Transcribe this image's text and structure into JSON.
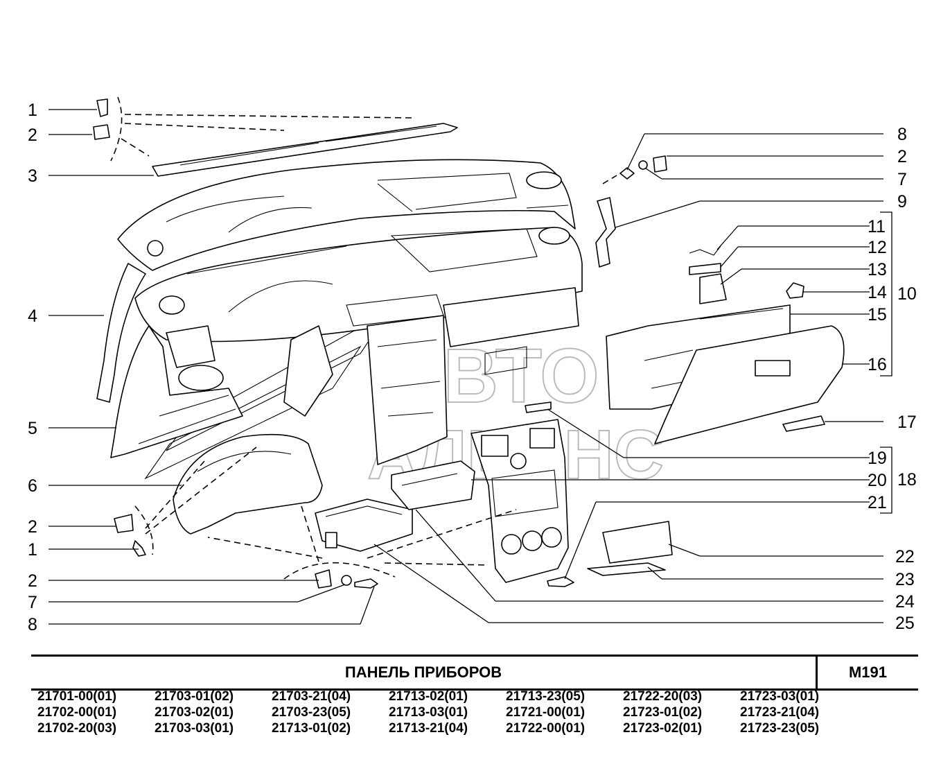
{
  "title": "ПАНЕЛЬ   ПРИБОРОВ",
  "code": "M191",
  "watermark": [
    "АВТО",
    "АЛЬЯНС"
  ],
  "callouts_left": [
    "1",
    "2",
    "3",
    "4",
    "5",
    "6",
    "2",
    "1",
    "2",
    "7",
    "8"
  ],
  "callouts_right": [
    "8",
    "2",
    "7",
    "9",
    "11",
    "12",
    "13",
    "14",
    "15",
    "16",
    "17",
    "19",
    "20",
    "21",
    "22",
    "23",
    "24",
    "25"
  ],
  "group_labels": [
    "10",
    "18"
  ],
  "model_codes": [
    "21701-00(01)",
    "21702-00(01)",
    "21702-20(03)",
    "21703-01(02)",
    "21703-02(01)",
    "21703-03(01)",
    "21703-21(04)",
    "21703-23(05)",
    "21713-01(02)",
    "21713-02(01)",
    "21713-03(01)",
    "21713-21(04)",
    "21713-23(05)",
    "21721-00(01)",
    "21722-00(01)",
    "21722-20(03)",
    "21723-01(02)",
    "21723-02(01)",
    "21723-03(01)",
    "21723-21(04)",
    "21723-23(05)"
  ]
}
